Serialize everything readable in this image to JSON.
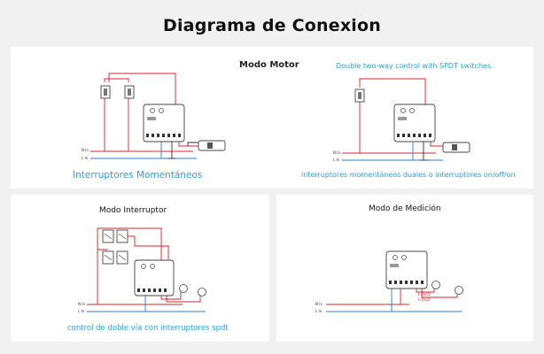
{
  "title": "Diagrama de Conexion",
  "panel_top": {
    "heading": "Modo Motor",
    "subheading": "Double two-way control with SPDT switches",
    "caption_left": "Interruptores Momentáneos",
    "caption_right": "interruptores momentáneos duales o interruptores on/off/on"
  },
  "panel_bottom_left": {
    "heading": "Modo Interruptor",
    "caption": "control de doble vía con interruptores spdt"
  },
  "panel_bottom_right": {
    "heading": "Modo de Medición"
  },
  "wire_labels": {
    "neutral": "N In",
    "live": "L In",
    "out1": "L-Out1",
    "out2": "L-Out2"
  },
  "colors": {
    "live_wire": "#d9232d",
    "neutral_wire": "#2a7bd1",
    "caption_blue": "#2d9fd6"
  },
  "icons": [
    "wall-switch-icon",
    "relay-module-icon",
    "motor-icon",
    "light-bulb-icon",
    "ground-icon"
  ]
}
